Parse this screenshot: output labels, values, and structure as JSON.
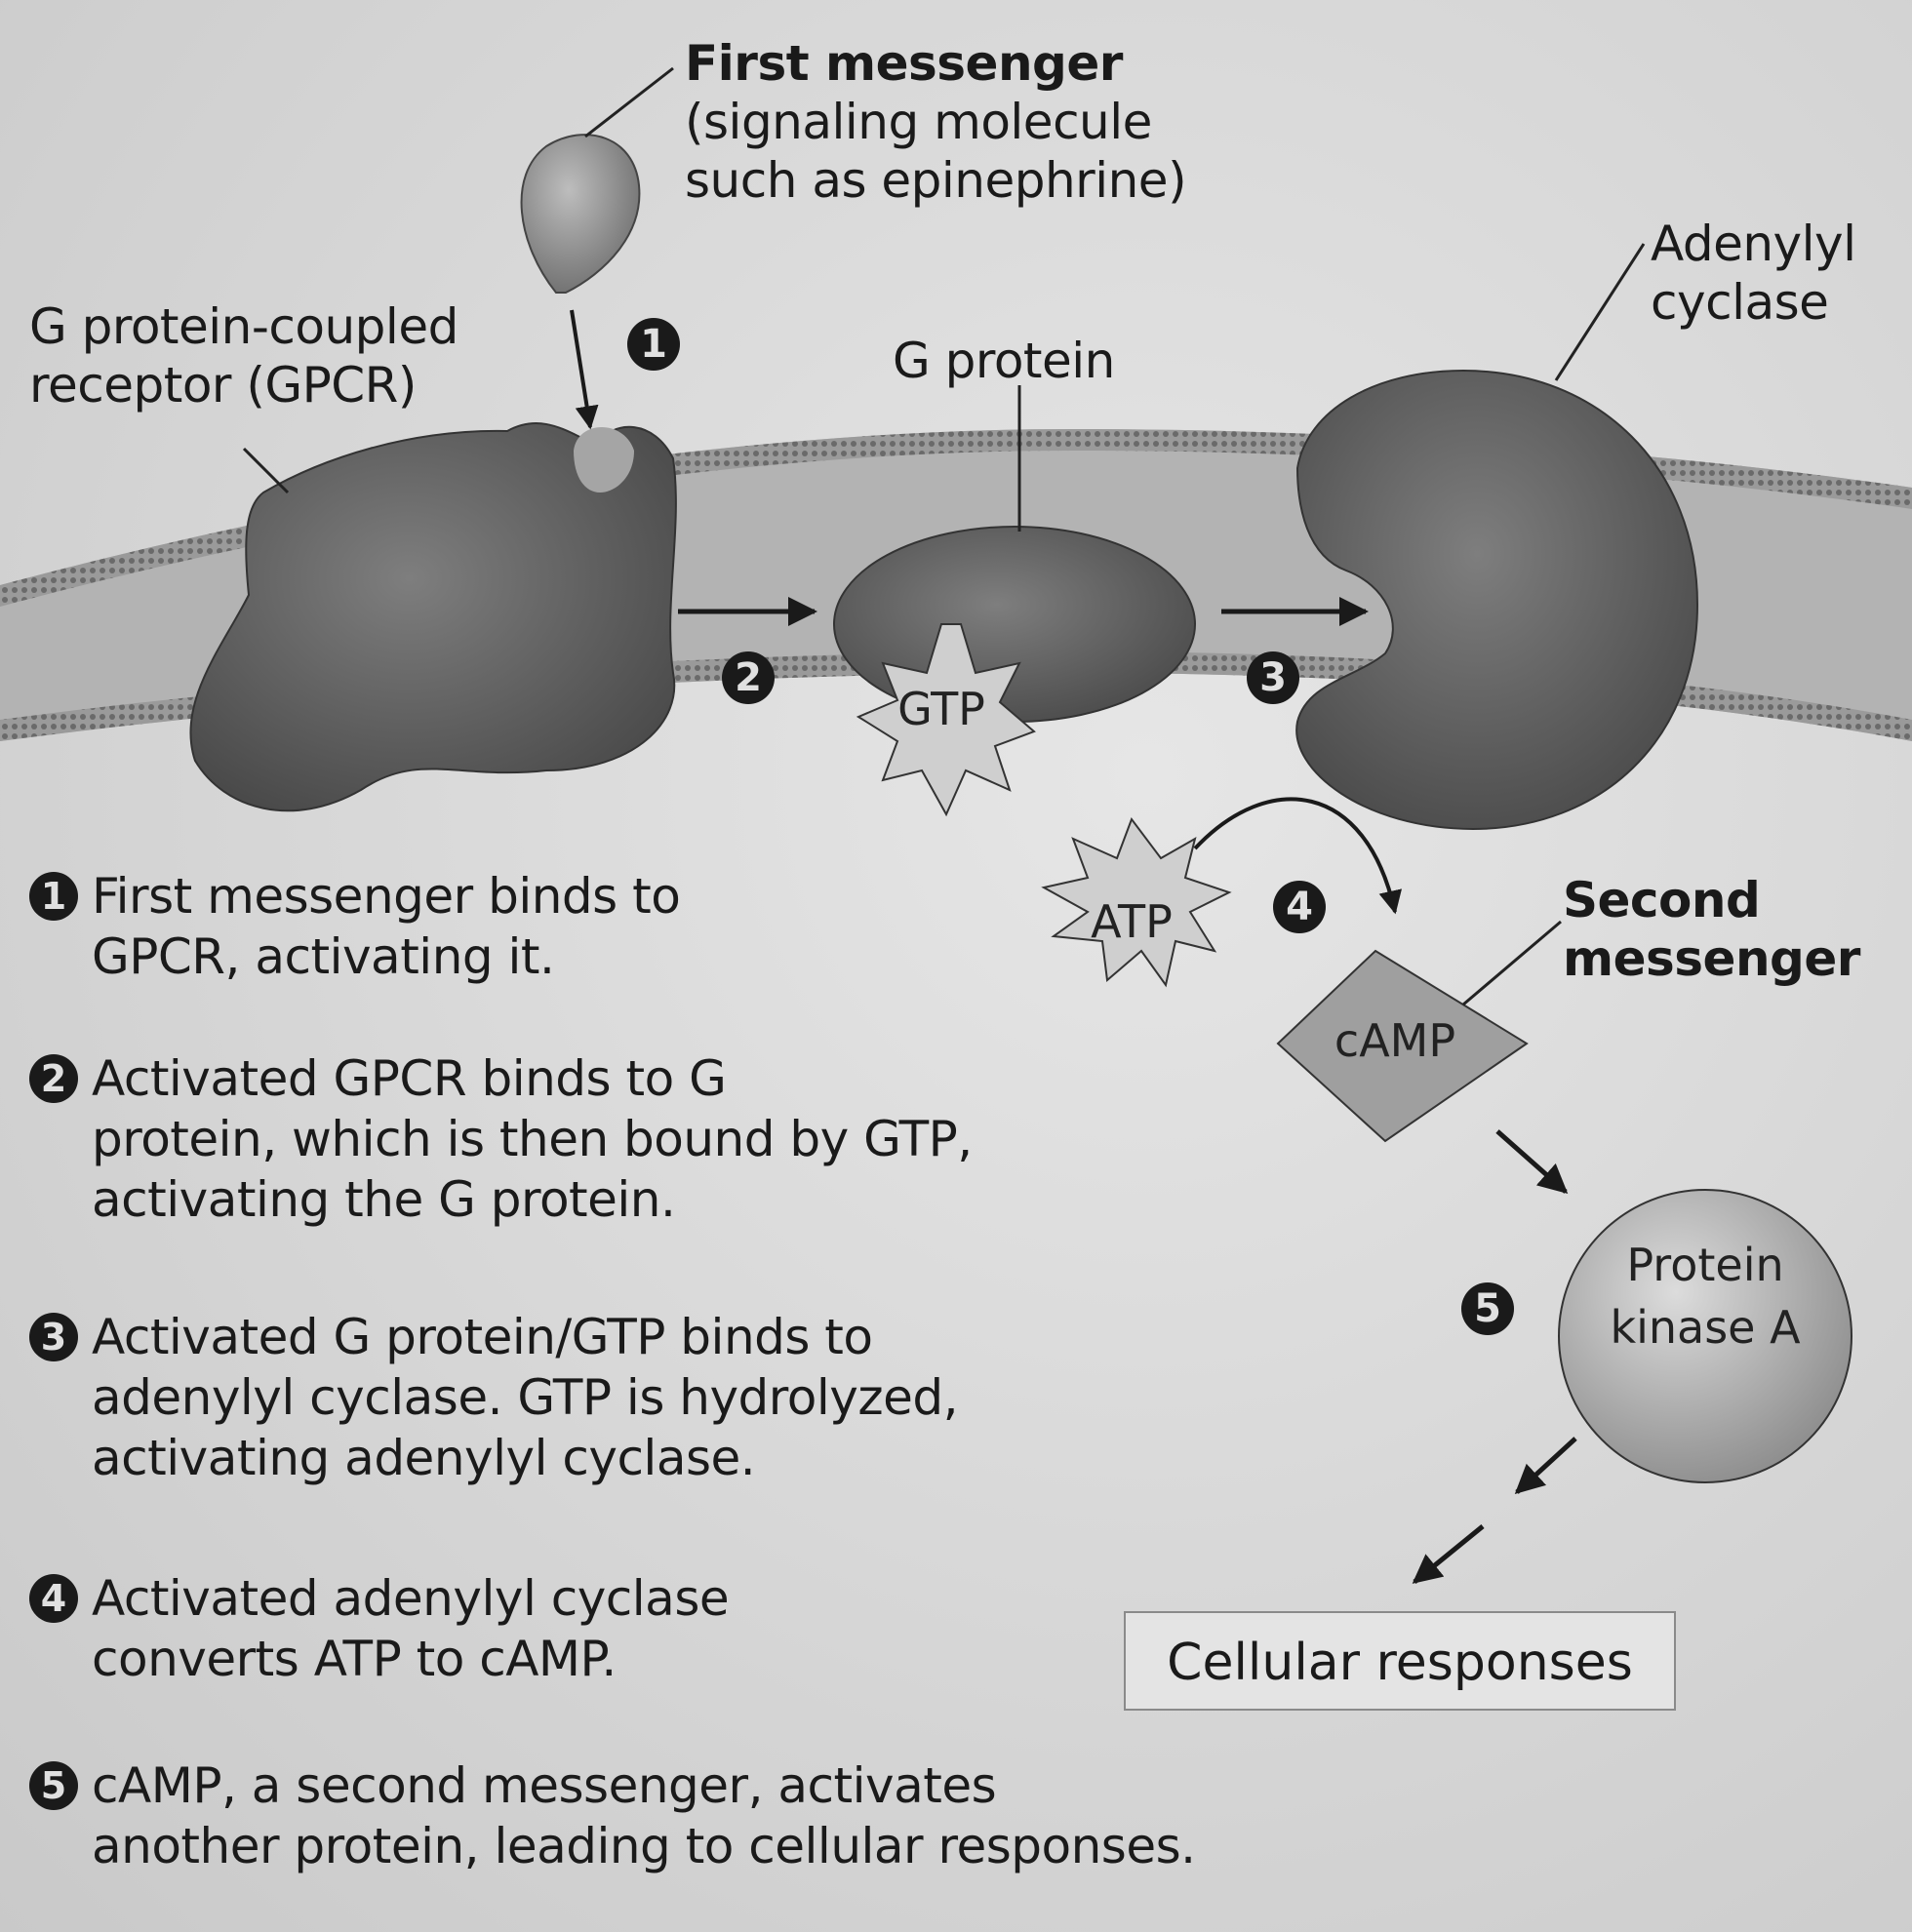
{
  "labels": {
    "first_messenger_title": "First messenger",
    "first_messenger_line1": "(signaling molecule",
    "first_messenger_line2": "such as epinephrine)",
    "gpcr_line1": "G protein-coupled",
    "gpcr_line2": "receptor (GPCR)",
    "g_protein": "G protein",
    "adenylyl_line1": "Adenylyl",
    "adenylyl_line2": "cyclase",
    "gtp": "GTP",
    "atp": "ATP",
    "camp": "cAMP",
    "second_messenger_line1": "Second",
    "second_messenger_line2": "messenger",
    "pka_line1": "Protein",
    "pka_line2": "kinase A",
    "cellular_responses": "Cellular responses"
  },
  "badges": [
    "1",
    "2",
    "3",
    "4",
    "5"
  ],
  "steps": [
    {
      "num": "1",
      "lines": [
        "First messenger binds to",
        "GPCR, activating it."
      ]
    },
    {
      "num": "2",
      "lines": [
        "Activated GPCR binds to G",
        "protein, which is then bound by GTP,",
        "activating the G protein."
      ]
    },
    {
      "num": "3",
      "lines": [
        "Activated G protein/GTP binds to",
        "adenylyl cyclase. GTP is hydrolyzed,",
        "activating adenylyl cyclase."
      ]
    },
    {
      "num": "4",
      "lines": [
        "Activated adenylyl cyclase",
        "converts ATP to cAMP."
      ]
    },
    {
      "num": "5",
      "lines": [
        "cAMP, a second messenger, activates",
        "another protein, leading to cellular responses."
      ]
    }
  ]
}
